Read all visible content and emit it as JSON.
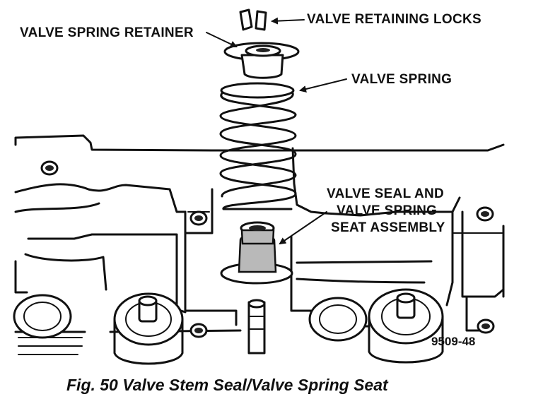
{
  "figure": {
    "labels": {
      "valve_retaining_locks": "VALVE RETAINING LOCKS",
      "valve_spring_retainer": "VALVE SPRING RETAINER",
      "valve_spring": "VALVE SPRING",
      "valve_seal_line1": "VALVE SEAL AND",
      "valve_seal_line2": "VALVE SPRING",
      "valve_seal_line3": "SEAT ASSEMBLY"
    },
    "figure_number": "9509-48",
    "caption": "Fig. 50 Valve Stem Seal/Valve Spring Seat"
  }
}
